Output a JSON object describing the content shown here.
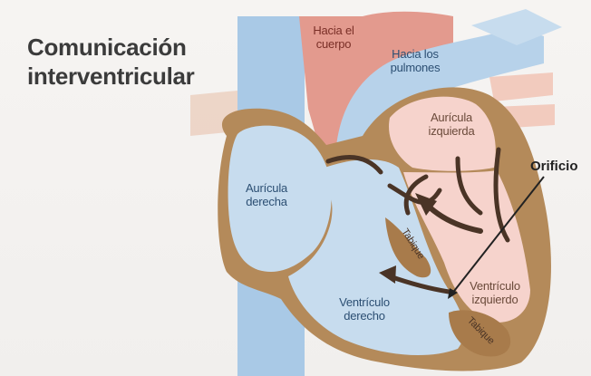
{
  "title": {
    "line1": "Comunicación",
    "line2": "interventricular"
  },
  "labels": {
    "to_body": "Hacia el cuerpo",
    "to_lungs": "Hacia los pulmones",
    "left_atrium": "Aurícula izquierda",
    "right_atrium": "Aurícula derecha",
    "right_ventricle": "Ventrículo derecho",
    "left_ventricle": "Ventrículo izquierdo",
    "septum_upper": "Tabique",
    "septum_lower": "Tabique",
    "orifice": "Orificio"
  },
  "colors": {
    "background": "#f3f1ef",
    "vein_blue": "#a9c9e6",
    "chamber_blue": "#c7dcee",
    "aorta_red": "#e39a8e",
    "left_side_pink": "#f6d3cc",
    "wall_tan": "#b48a5a",
    "arrow_dark": "#4a3426"
  }
}
